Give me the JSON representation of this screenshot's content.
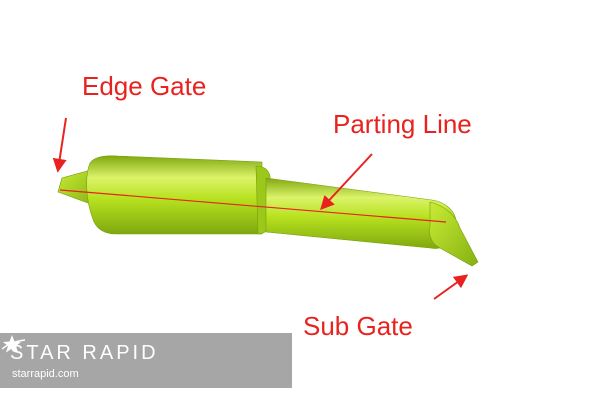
{
  "colors": {
    "annotation": "#e8231f",
    "part_body": "#b7e21f",
    "part_shadow": "#7fa80f",
    "part_highlight": "#dcf36a",
    "brand_panel": "#a6a6a6",
    "brand_text": "#ffffff"
  },
  "labels": {
    "edge_gate": "Edge Gate",
    "parting_line": "Parting Line",
    "sub_gate": "Sub Gate"
  },
  "brand": {
    "name": "STAR RAPID",
    "url": "starrapid.com",
    "logo_icon": "star-swoosh-icon"
  }
}
